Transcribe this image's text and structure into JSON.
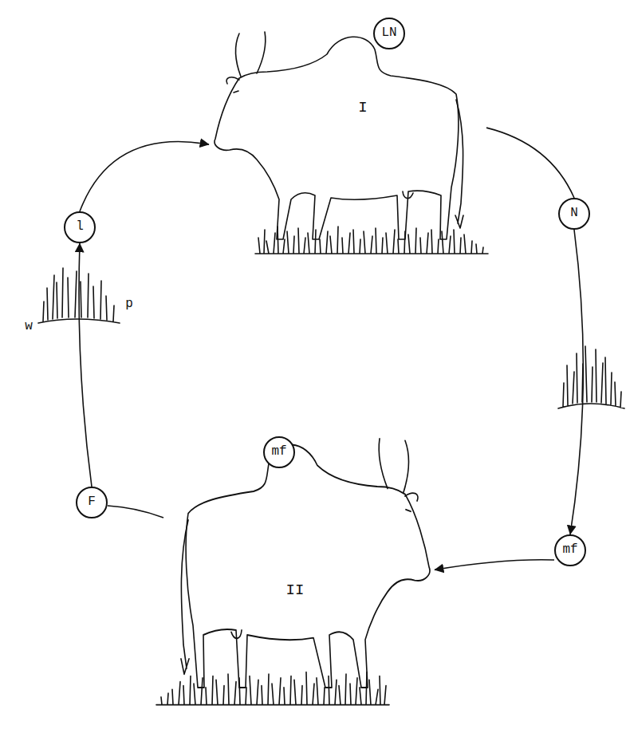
{
  "diagram": {
    "nodes": [
      {
        "text": [
          "I"
        ]
      },
      {
        "text": [
          "LN"
        ],
        "in": 0
      },
      {
        "text": [
          "N"
        ]
      },
      {
        "text": [
          "mf"
        ]
      },
      {
        "text": [
          "II"
        ]
      },
      {
        "text": [
          "mf"
        ],
        "in": 4
      },
      {
        "text": [
          "F"
        ]
      },
      {
        "text": [
          "l"
        ]
      }
    ],
    "edges": [
      {
        "from": 0,
        "to": 2,
        "arrow": "none"
      },
      {
        "from": 2,
        "to": 3,
        "arrow": "to"
      },
      {
        "from": 3,
        "to": 4,
        "arrow": "to"
      },
      {
        "from": 4,
        "to": 6,
        "arrow": "none"
      },
      {
        "from": 6,
        "to": 7,
        "arrow": "to"
      },
      {
        "from": 7,
        "to": 0,
        "arrow": "to"
      }
    ],
    "labels": [
      "p",
      "w"
    ]
  }
}
